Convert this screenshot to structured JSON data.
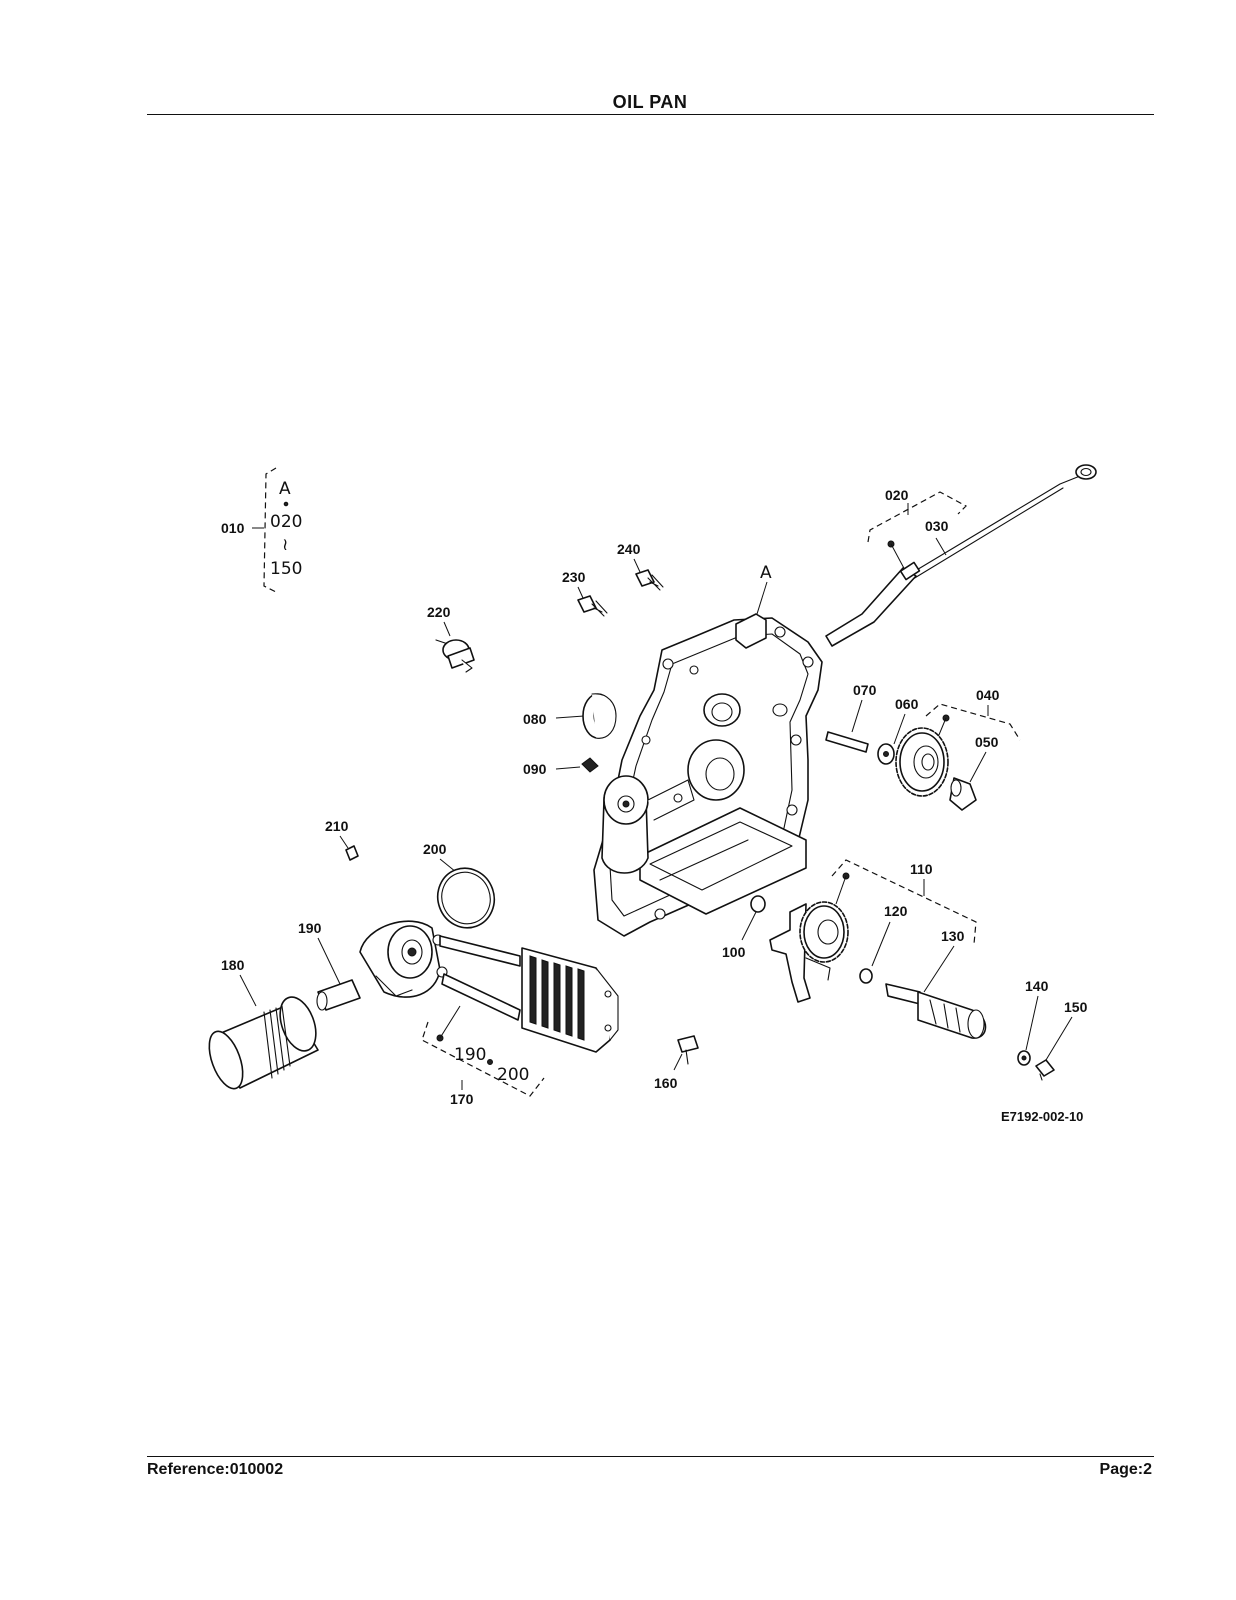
{
  "page": {
    "title": "OIL PAN",
    "reference": "Reference:010002",
    "page_number": "Page:2"
  },
  "diagram": {
    "drawing_id": "E7192-002-10",
    "callouts": {
      "c010": "010",
      "c020": "020",
      "c030": "030",
      "c040": "040",
      "c050": "050",
      "c060": "060",
      "c070": "070",
      "c080": "080",
      "c090": "090",
      "c100": "100",
      "c110": "110",
      "c120": "120",
      "c130": "130",
      "c140": "140",
      "c150": "150",
      "c160": "160",
      "c170": "170",
      "c180": "180",
      "c190": "190",
      "c200": "200",
      "c210": "210",
      "c220": "220",
      "c230": "230",
      "c240": "240"
    },
    "assembly_010": {
      "marker": "A",
      "range_start": "020",
      "range_sep": "≀",
      "range_end": "150"
    },
    "marker_a": "A",
    "kit_170": {
      "item_1": "190",
      "item_2": "200"
    }
  }
}
